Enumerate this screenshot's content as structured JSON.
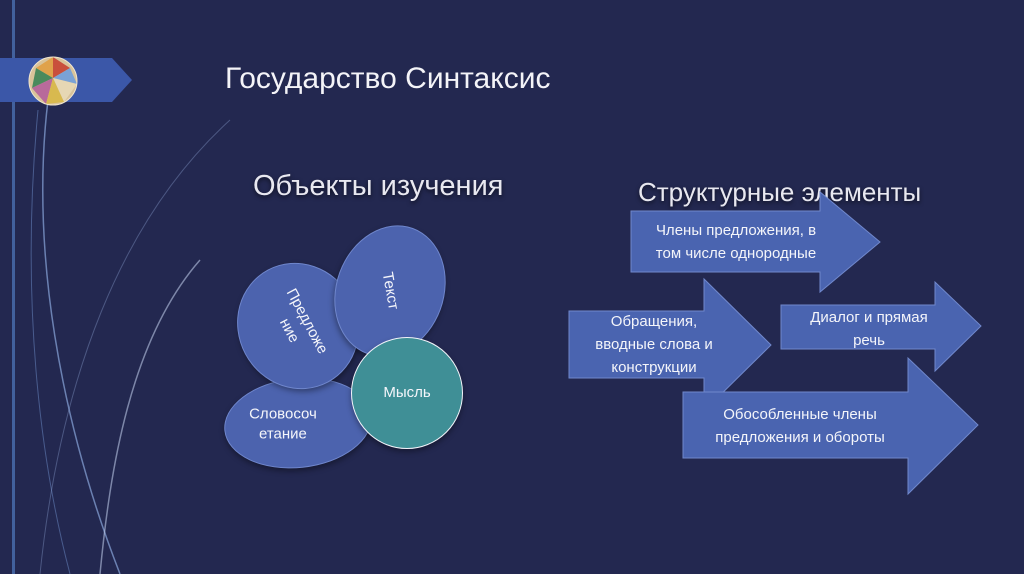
{
  "slide": {
    "title": "Государство Синтаксис",
    "heading_objects": "Объекты изучения",
    "heading_elements": "Структурные элементы"
  },
  "objects": {
    "sentence": [
      "Предложе",
      "ние"
    ],
    "text": "Текст",
    "phrase": [
      "Словосоч",
      "етание"
    ],
    "thought": "Мысль"
  },
  "elements": {
    "members": [
      "Члены предложения, в",
      "том числе однородные"
    ],
    "appeals": [
      "Обращения,",
      "вводные слова и",
      "конструкции"
    ],
    "dialogue": [
      "Диалог и прямая",
      "речь"
    ],
    "isolated": [
      "Обособленные члены",
      "предложения и обороты"
    ]
  },
  "colors": {
    "background": "#232850",
    "petal": "#4c63ae",
    "circle": "#3f8f96",
    "arrow": "#4a64b0"
  }
}
